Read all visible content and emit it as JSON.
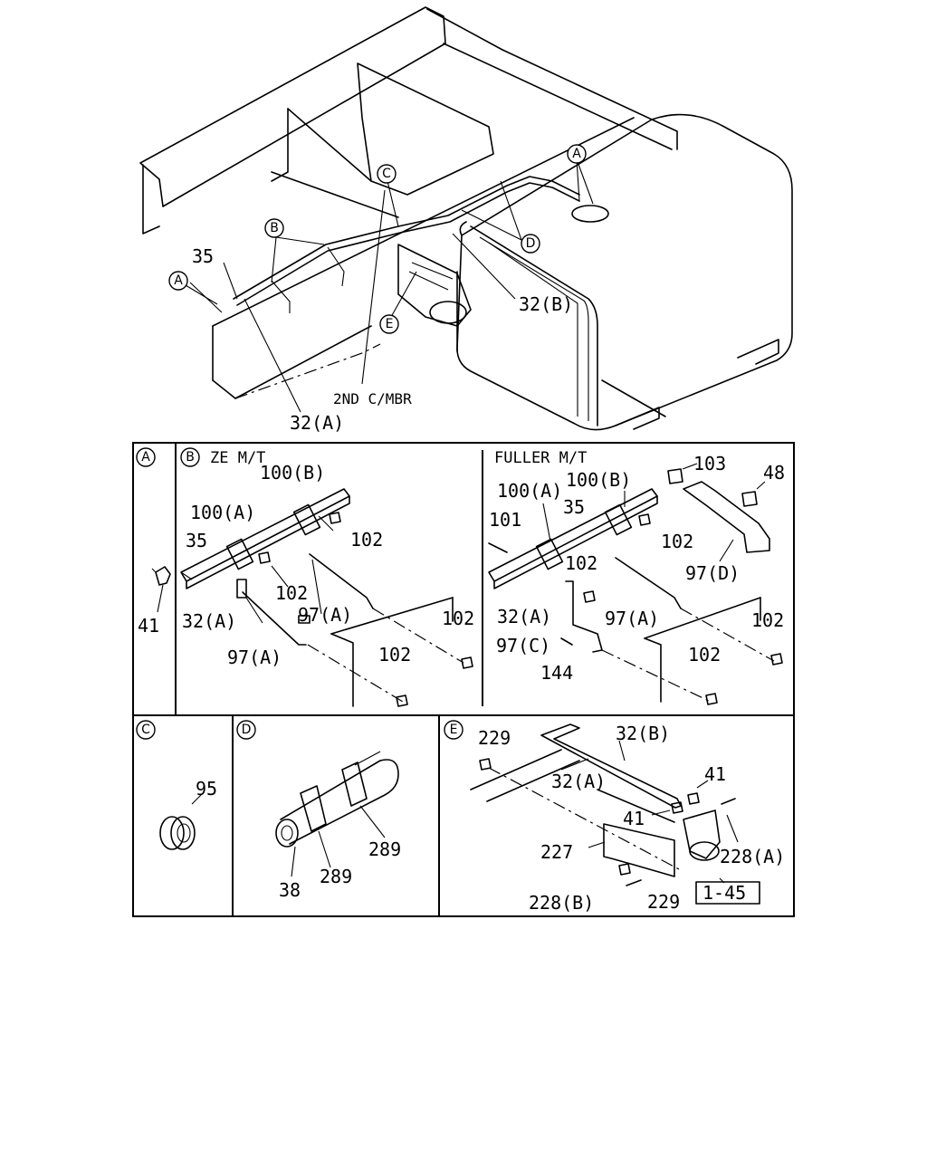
{
  "main": {
    "callouts": {
      "a_top": "A",
      "a_left": "A",
      "b": "B",
      "c": "C",
      "d": "D",
      "e": "E"
    },
    "labels": {
      "p35": "35",
      "p32a": "32(A)",
      "p32b": "32(B)",
      "member": "2ND C/MBR"
    }
  },
  "panel_a": {
    "callout": "A",
    "p41": "41"
  },
  "panel_b": {
    "callout": "B",
    "ze_title": "ZE M/T",
    "fuller_title": "FULLER M/T",
    "ze": {
      "p100b": "100(B)",
      "p100a": "100(A)",
      "p35": "35",
      "p102_a": "102",
      "p102_b": "102",
      "p102_c": "102",
      "p102_d": "102",
      "p32a": "32(A)",
      "p97a_upper": "97(A)",
      "p97a_lower": "97(A)"
    },
    "fuller": {
      "p103": "103",
      "p48": "48",
      "p100a": "100(A)",
      "p100b": "100(B)",
      "p35": "35",
      "p101": "101",
      "p102_a": "102",
      "p102_b": "102",
      "p102_c": "102",
      "p102_d": "102",
      "p97d": "97(D)",
      "p32a": "32(A)",
      "p97a": "97(A)",
      "p97c": "97(C)",
      "p144": "144"
    }
  },
  "panel_c": {
    "callout": "C",
    "p95": "95"
  },
  "panel_d": {
    "callout": "D",
    "p38": "38",
    "p289_a": "289",
    "p289_b": "289"
  },
  "panel_e": {
    "callout": "E",
    "p229_top": "229",
    "p32b": "32(B)",
    "p32a": "32(A)",
    "p41_a": "41",
    "p41_b": "41",
    "p227": "227",
    "p228a": "228(A)",
    "p228b": "228(B)",
    "p229_bottom": "229",
    "ref": "1-45"
  }
}
